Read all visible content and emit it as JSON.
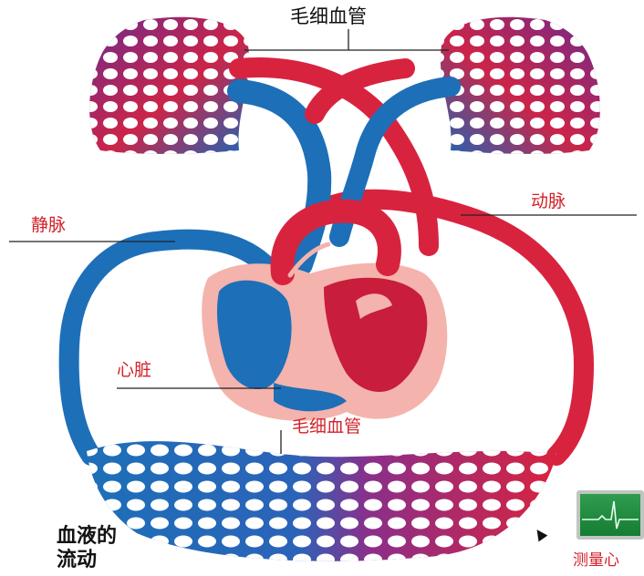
{
  "labels": {
    "capillary_top": "毛细血管",
    "vein": "静脉",
    "artery": "动脉",
    "heart": "心脏",
    "capillary_bottom": "毛细血管",
    "flow_line1": "血液的",
    "flow_line2": "流动",
    "measure_button": "测量心"
  },
  "colors": {
    "artery_red": "#d8233f",
    "vein_blue": "#1d6fb8",
    "heart_pink": "#f4b3ac",
    "label_red": "#d2232a",
    "leader_line": "#222222",
    "monitor_green": "#1f8a3e"
  }
}
